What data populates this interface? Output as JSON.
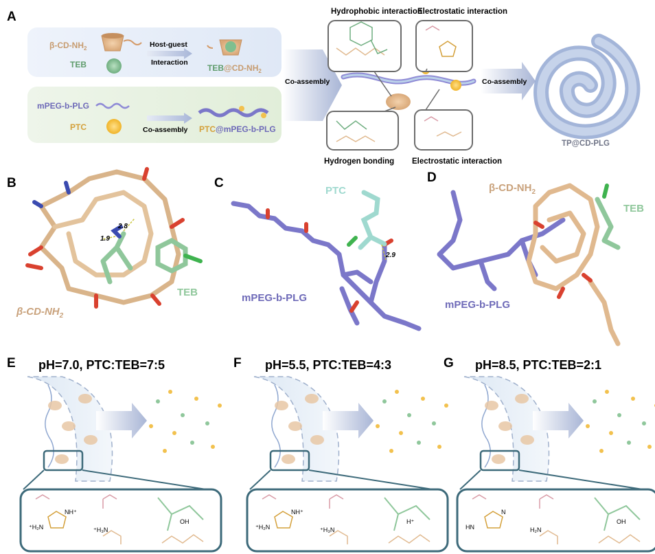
{
  "panels": {
    "A": {
      "letter": "A",
      "rows": [
        {
          "reactant1": "β-CD-NH",
          "reactant1_sub": "2",
          "reactant2": "TEB",
          "arrow_top": "Host-guest",
          "arrow_bottom": "Interaction",
          "product_prefix": "TEB",
          "product_suffix": "@CD-NH",
          "product_sub": "2"
        },
        {
          "reactant1": "mPEG-b-PLG",
          "reactant2": "PTC",
          "arrow": "Co-assembly",
          "product_prefix": "PTC",
          "product_suffix": "@mPEG-b-PLG"
        }
      ],
      "arrow_left": "Co-assembly",
      "arrow_right": "Co-assembly",
      "interactions": {
        "top_left": "Hydrophobic interaction",
        "top_right": "Electrostatic interaction",
        "bottom_left": "Hydrogen bonding",
        "bottom_right": "Electrostatic interaction"
      },
      "product_final": "TP@CD-PLG"
    },
    "B": {
      "letter": "B",
      "label_host": "β-CD-NH",
      "label_host_sub": "2",
      "label_guest": "TEB",
      "distances": [
        "2.8",
        "1.9"
      ]
    },
    "C": {
      "letter": "C",
      "label_guest": "PTC",
      "label_host": "mPEG-b-PLG",
      "distance": "2.9"
    },
    "D": {
      "letter": "D",
      "label_host": "β-CD-NH",
      "label_host_sub": "2",
      "label_guest": "TEB",
      "label_polymer": "mPEG-b-PLG"
    },
    "E": {
      "letter": "E",
      "title": "pH=7.0, PTC:TEB=7:5",
      "mol_left": "NH⁺",
      "mol_left_2": "⁺H₂N",
      "mol_mid": "⁺H₃N",
      "mol_right": "OH"
    },
    "F": {
      "letter": "F",
      "title": "pH=5.5, PTC:TEB=4:3",
      "mol_left": "NH⁺",
      "mol_left_2": "⁺H₂N",
      "mol_mid": "⁺H₃N",
      "mol_right": "H⁺"
    },
    "G": {
      "letter": "G",
      "title": "pH=8.5, PTC:TEB=2:1",
      "mol_left": "N",
      "mol_left_2": "HN",
      "mol_mid": "H₂N",
      "mol_right": "OH"
    }
  },
  "colors": {
    "cd": "#e0b98f",
    "teb": "#8fc79b",
    "polymer": "#7b77c9",
    "ptc": "#f2c14e",
    "frame": "#3d6a7a",
    "ptc_stick": "#9fd9cf"
  }
}
